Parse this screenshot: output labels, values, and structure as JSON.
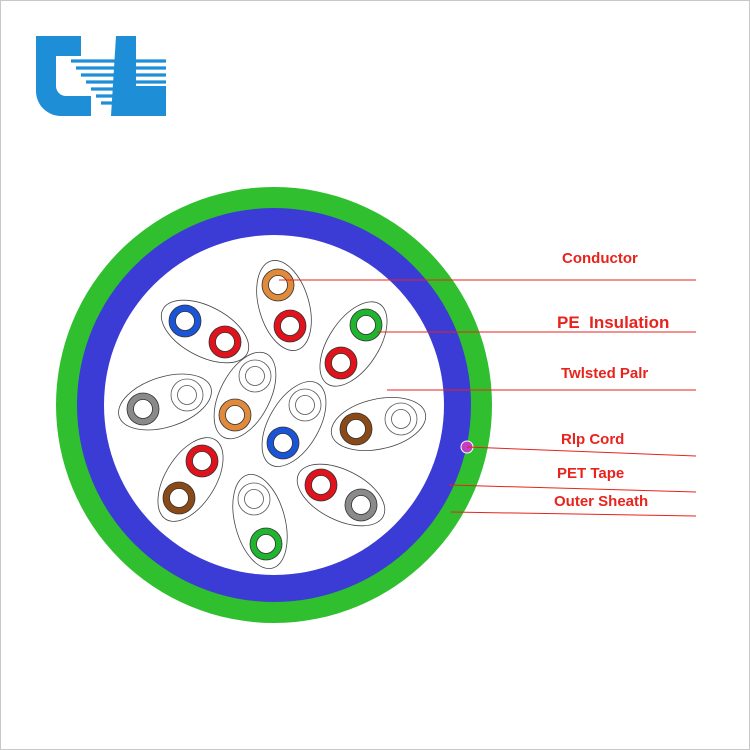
{
  "colors": {
    "outer_sheath": "#2fbf2f",
    "pet_tape": "#3b3bd6",
    "core_fill": "#ffffff",
    "callout_text": "#e8231d",
    "callout_line": "#e8231d",
    "rip_cord": "#c040c0",
    "logo_blue": "#1e8fd6",
    "conductor_copper": "#d59a60",
    "insulation_red": "#e0121c",
    "insulation_blue": "#1a55d8",
    "insulation_green": "#1fb52f",
    "insulation_brown": "#8a4a17",
    "insulation_gray": "#8a8a8a",
    "insulation_orange": "#e08a3c",
    "insulation_white": "#ffffff"
  },
  "logo": {
    "name": "company-logo"
  },
  "labels": {
    "conductor": "Conductor",
    "pe_insulation": "PE  Insulation",
    "twisted_pair": "Twlsted Palr",
    "rip_cord": "Rlp Cord",
    "pet_tape": "PET Tape",
    "outer_sheath": "Outer Sheath"
  },
  "pairs": [
    {
      "a": "insulation_orange",
      "b": "insulation_red"
    },
    {
      "a": "insulation_blue",
      "b": "insulation_red"
    },
    {
      "a": "insulation_green",
      "b": "insulation_red"
    },
    {
      "a": "insulation_gray",
      "b": "insulation_white"
    },
    {
      "a": "insulation_white",
      "b": "insulation_orange"
    },
    {
      "a": "insulation_white",
      "b": "insulation_blue"
    },
    {
      "a": "insulation_brown",
      "b": "insulation_red"
    },
    {
      "a": "insulation_white",
      "b": "insulation_brown"
    },
    {
      "a": "insulation_red",
      "b": "insulation_gray"
    },
    {
      "a": "insulation_white",
      "b": "insulation_green"
    }
  ]
}
